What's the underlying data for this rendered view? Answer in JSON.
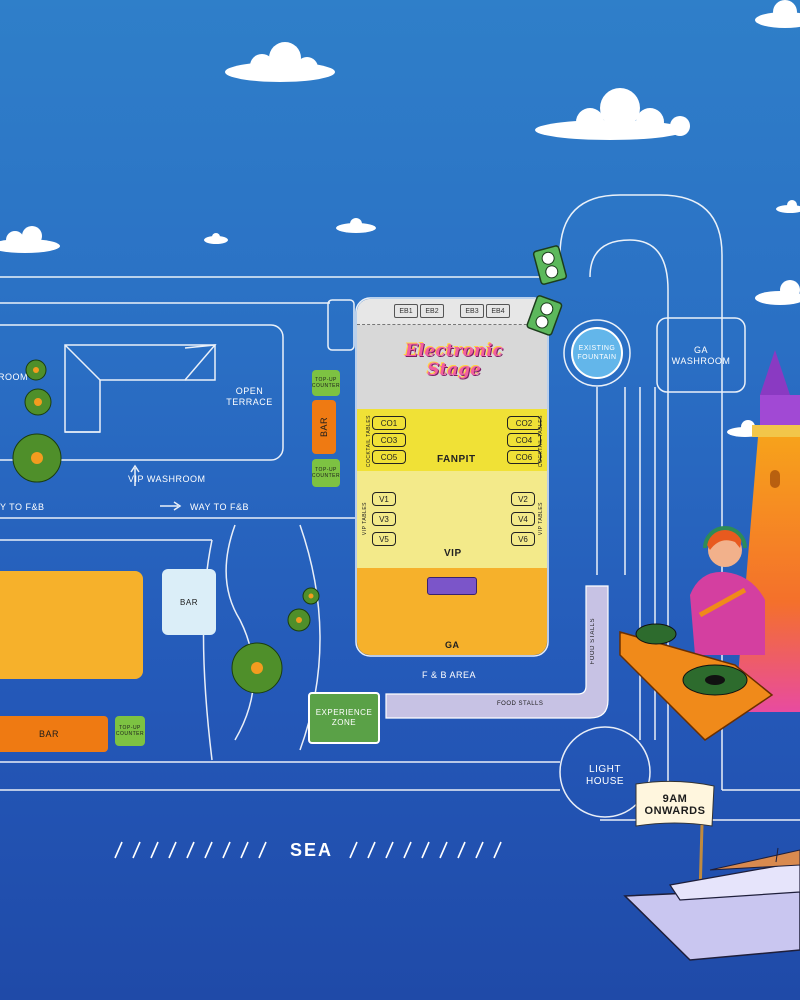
{
  "labels": {
    "room": "ROOM",
    "open_terrace": "OPEN TERRACE",
    "vip_washroom": "VIP WASHROOM",
    "way_to_fb_left": "Y TO F&B",
    "way_to_fb": "WAY TO F&B",
    "bar_left": "BAR",
    "topup_left": "TOP-UP COUNTER",
    "bar_white": "BAR",
    "topup_upper": "TOP-UP COUNTER",
    "bar_orange_vertical": "BAR",
    "topup_lower": "TOP-UP COUNTER",
    "experience_zone": "EXPERIENCE ZONE",
    "f_b_area": "F & B AREA",
    "food_stalls_h": "FOOD STALLS",
    "food_stalls_v": "FOOD STALLS",
    "existing_fountain": "EXISTING FOUNTAIN",
    "ga_washroom": "GA WASHROOM",
    "light_house": "LIGHT HOUSE",
    "sea": "SEA",
    "flag": "9AM ONWARDS"
  },
  "stage": {
    "title": "Electronic Stage",
    "eb": [
      "EB1",
      "EB2",
      "EB3",
      "EB4"
    ],
    "fanpit": "FANPIT",
    "cocktail_tables": "COCKTAIL TABLES",
    "co_left": [
      "CO1",
      "CO3",
      "CO5"
    ],
    "co_right": [
      "CO2",
      "CO4",
      "CO6"
    ],
    "vip": "VIP",
    "vip_tables": "VIP TABLES",
    "v_left": [
      "V1",
      "V3",
      "V5"
    ],
    "v_right": [
      "V2",
      "V4",
      "V6"
    ],
    "ga": "GA"
  },
  "colors": {
    "sky_top": "#2f7fc9",
    "sea_bottom": "#1f4aa8",
    "line": "#ffffff",
    "stage_gray": "#d8d8d8",
    "fanpit_yellow": "#f0e136",
    "vip_yellow": "#f3ea8a",
    "ga_orange": "#f6b12b",
    "bar_orange": "#ef7a12",
    "topup_green": "#7dc242",
    "experience_green": "#5aa147",
    "food_lavender": "#c7c2e4",
    "title_pink": "#f25fa0"
  }
}
